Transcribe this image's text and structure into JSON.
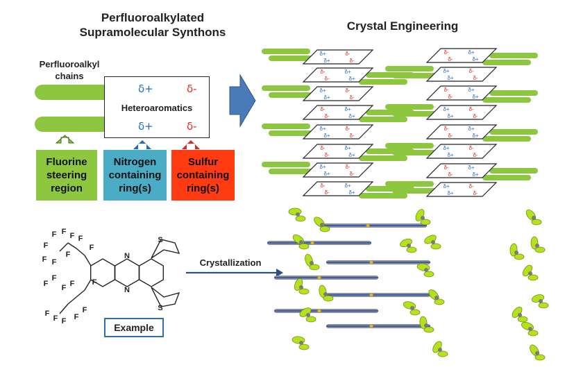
{
  "titles": {
    "synthons_line1": "Perfluoroalkylated",
    "synthons_line2": "Supramolecular Synthons",
    "crystal": "Crystal Engineering"
  },
  "schematic": {
    "chains_line1": "Perfluoroalkyl",
    "chains_line2": "chains",
    "core_label": "Heteroaromatics",
    "delta_plus": "δ+",
    "delta_minus": "δ-"
  },
  "regions": [
    {
      "line1": "Fluorine",
      "line2": "steering",
      "line3": "region",
      "color": "#8dc63f"
    },
    {
      "line1": "Nitrogen",
      "line2": "containing",
      "line3": "ring(s)",
      "color": "#4bacc6"
    },
    {
      "line1": "Sulfur",
      "line2": "containing",
      "line3": "ring(s)",
      "color": "#ff3b12"
    }
  ],
  "molecule": {
    "fluorine": "F",
    "sulfur": "S",
    "nitrogen": "N",
    "example_label": "Example"
  },
  "process": {
    "arrow_label": "Crystallization"
  },
  "colors": {
    "green": "#8dc63f",
    "blue_delta": "#1f6cbf",
    "red_delta": "#e0251b",
    "big_arrow": "#4a7ab8",
    "example_border": "#2e6fad",
    "crystal_fluorine": "#b4e21c"
  }
}
